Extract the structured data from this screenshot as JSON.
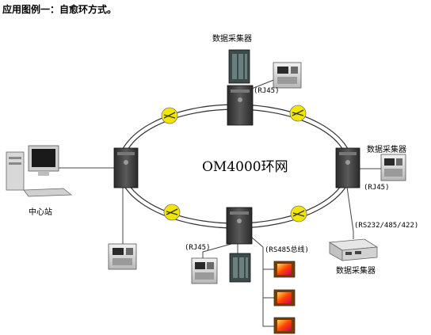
{
  "heading": "应用图例一：自愈环方式。",
  "ring": {
    "title": "OM4000环网"
  },
  "labels": {
    "top_collector": "数据采集器",
    "right_collector": "数据采集器",
    "bottom_right_collector": "数据采集器",
    "center_station": "中心站",
    "rj45_top": "(RJ45)",
    "rj45_right": "(RJ45)",
    "rj45_bottom": "(RJ45)",
    "serial_ports": "(RS232/485/422)",
    "rs485_bus": "(RS485总线)"
  },
  "colors": {
    "ring_line": "#333333",
    "link_line": "#444444",
    "node_body": "#3a3a3a",
    "repeater": "#f2e600",
    "sensor_frame": "#7a3b00"
  },
  "icons": [
    "om4000-node-icon",
    "pc-workstation-icon",
    "data-collector-icon",
    "terminal-server-icon",
    "optical-repeater-icon",
    "rs485-sensor-icon"
  ]
}
